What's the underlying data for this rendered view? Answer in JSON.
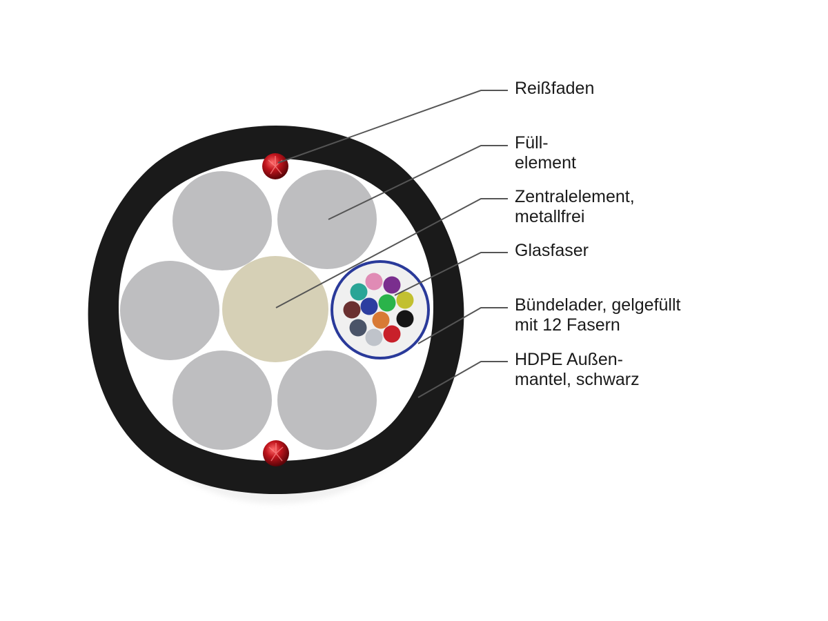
{
  "diagram": {
    "colors": {
      "jacket": "#1a1a1a",
      "inner_background": "#ffffff",
      "filler_element": "#bebec0",
      "central_element": "#d6d0b6",
      "tube_border": "#2a3a9a",
      "tube_fill": "#f0f0f0",
      "ripcord": "#b01018",
      "leader_line": "#555555"
    },
    "fiber_colors": [
      "#2aa596",
      "#e08bb5",
      "#7a2e8e",
      "#6a3030",
      "#2c3ea0",
      "#2ab34a",
      "#c2c030",
      "#4a5468",
      "#d87a35",
      "#151515",
      "#bfc3ca",
      "#c8202a"
    ],
    "labels": {
      "ripcord": [
        "Reißfaden"
      ],
      "filler": [
        "Füll-",
        "element"
      ],
      "central": [
        "Zentralelement,",
        "metallfrei"
      ],
      "fiber": [
        "Glasfaser"
      ],
      "tube": [
        "Bündelader, gelgefüllt",
        "mit 12 Fasern"
      ],
      "jacket": [
        "HDPE Außen-",
        "mantel, schwarz"
      ]
    }
  }
}
